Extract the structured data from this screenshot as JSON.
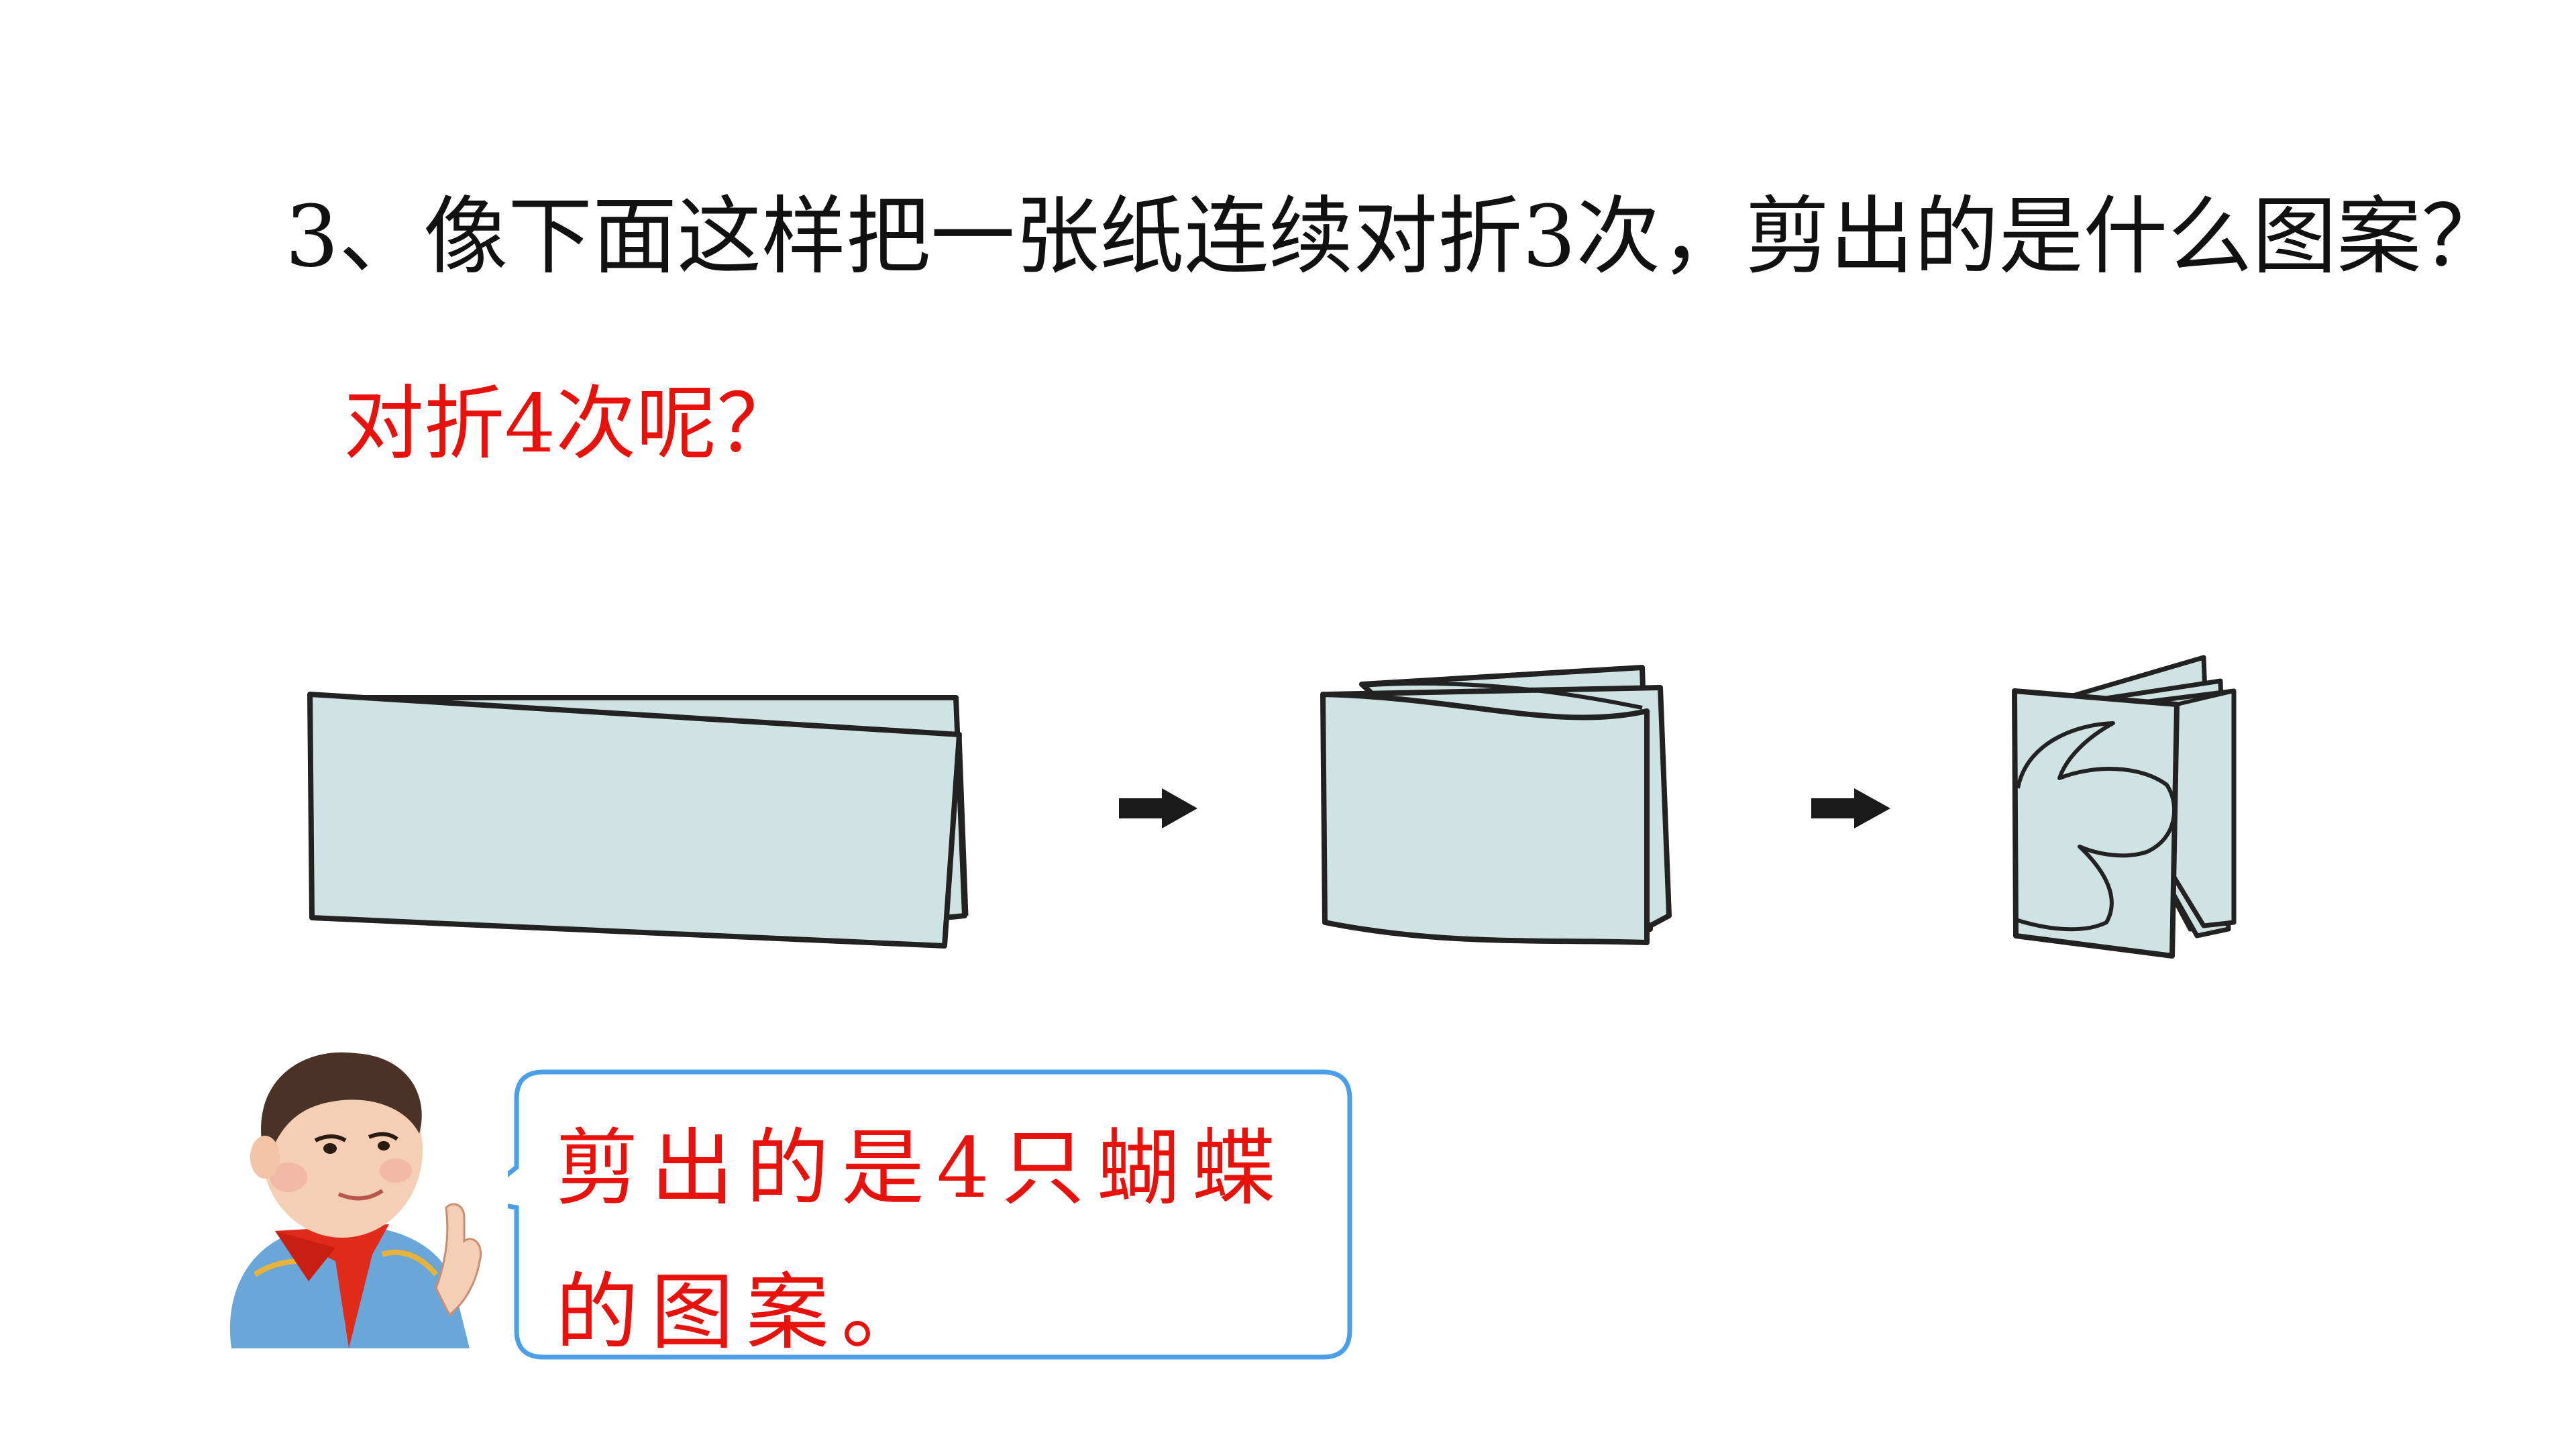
{
  "question": {
    "text": "3、像下面这样把一张纸连续对折3次，剪出的是什么图案？"
  },
  "followup": {
    "text": "对折4次呢？"
  },
  "answer": {
    "text": "剪出的是4只蝴蝶的图案。"
  },
  "colors": {
    "text": "#111111",
    "accent": "#e8120c",
    "paper": "#cfe3e3",
    "outline": "#222222",
    "bubble_border": "#4a9fe8",
    "arrow": "#1a1a1a"
  },
  "icons": {
    "paper_step1": "paper-folded-once-icon",
    "paper_step2": "paper-folded-twice-icon",
    "paper_step3": "paper-folded-thrice-cut-icon",
    "arrow": "arrow-right-icon",
    "character": "boy-student-illustration"
  }
}
